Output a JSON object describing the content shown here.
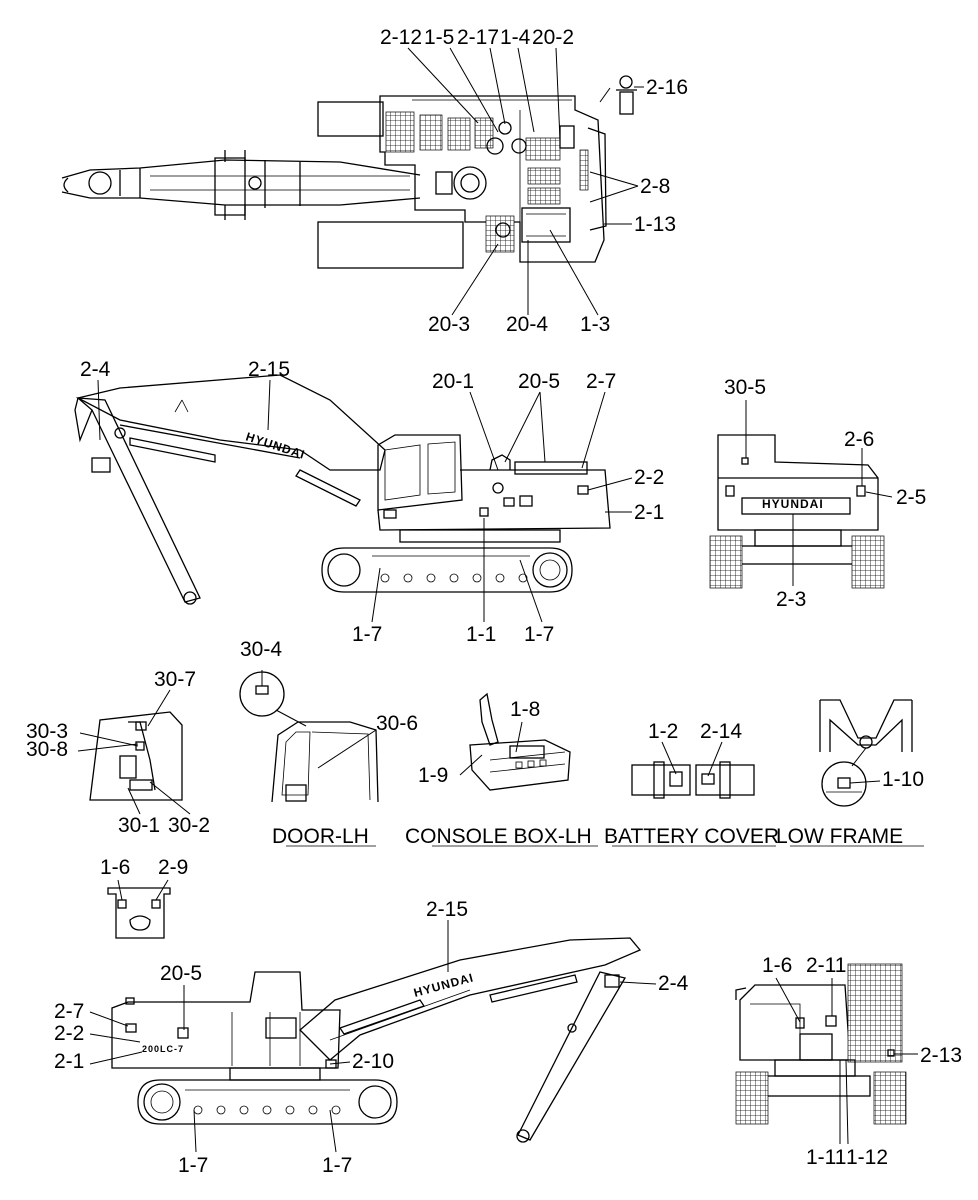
{
  "labels": {
    "l_2_12": "2-12",
    "l_1_5": "1-5",
    "l_2_17": "2-17",
    "l_1_4": "1-4",
    "l_20_2": "20-2",
    "l_2_16": "2-16",
    "l_2_8": "2-8",
    "l_1_13": "1-13",
    "l_20_3": "20-3",
    "l_20_4": "20-4",
    "l_1_3": "1-3",
    "l_2_4_a": "2-4",
    "l_2_15_a": "2-15",
    "l_20_1": "20-1",
    "l_20_5_a": "20-5",
    "l_2_7_a": "2-7",
    "l_2_2_a": "2-2",
    "l_2_1_a": "2-1",
    "l_1_7_a": "1-7",
    "l_1_1": "1-1",
    "l_1_7_b": "1-7",
    "l_30_5": "30-5",
    "l_2_6": "2-6",
    "l_2_5": "2-5",
    "l_2_3": "2-3",
    "l_30_4": "30-4",
    "l_30_7": "30-7",
    "l_30_6": "30-6",
    "l_30_3": "30-3",
    "l_30_8": "30-8",
    "l_30_1": "30-1",
    "l_30_2": "30-2",
    "l_1_8": "1-8",
    "l_1_9": "1-9",
    "l_1_2": "1-2",
    "l_2_14": "2-14",
    "l_1_10": "1-10",
    "l_1_6_a": "1-6",
    "l_2_9": "2-9",
    "l_2_15_b": "2-15",
    "l_20_5_b": "20-5",
    "l_2_4_b": "2-4",
    "l_2_7_b": "2-7",
    "l_2_2_b": "2-2",
    "l_2_1_b": "2-1",
    "l_2_10": "2-10",
    "l_1_7_c": "1-7",
    "l_1_7_d": "1-7",
    "l_1_6_b": "1-6",
    "l_2_11": "2-11",
    "l_2_13": "2-13",
    "l_1_11": "1-11",
    "l_1_12": "1-12"
  },
  "titles": {
    "door": "DOOR-LH",
    "console": "CONSOLE BOX-LH",
    "battery": "BATTERY COVER",
    "frame": "LOW FRAME"
  },
  "brand": {
    "name": "HYUNDAI",
    "model": "200LC-7"
  }
}
